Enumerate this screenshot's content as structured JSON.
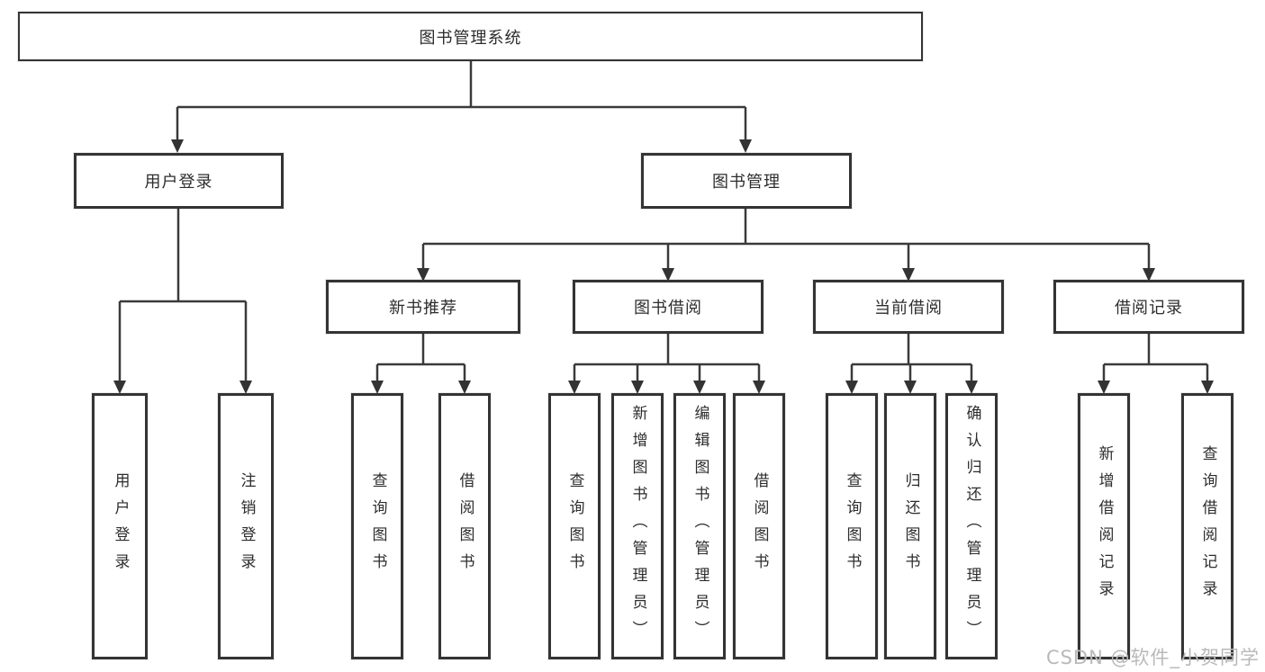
{
  "diagram": {
    "type": "tree-functional-structure",
    "root": {
      "label": "图书管理系统"
    },
    "level2": {
      "login": {
        "label": "用户登录"
      },
      "book_mgmt": {
        "label": "图书管理"
      }
    },
    "level3": {
      "new_books": {
        "label": "新书推荐"
      },
      "book_borrow": {
        "label": "图书借阅"
      },
      "current_borrow": {
        "label": "当前借阅"
      },
      "borrow_records": {
        "label": "借阅记录"
      }
    },
    "leaves": {
      "user_login": {
        "label": "用户登录"
      },
      "logout": {
        "label": "注销登录"
      },
      "nb_query_books": {
        "label": "查询图书"
      },
      "nb_borrow_books": {
        "label": "借阅图书"
      },
      "bb_query_books": {
        "label": "查询图书"
      },
      "bb_add_books": {
        "label": "新增图书（管理员）"
      },
      "bb_edit_books": {
        "label": "编辑图书（管理员）"
      },
      "bb_borrow_books": {
        "label": "借阅图书"
      },
      "cb_query_books": {
        "label": "查询图书"
      },
      "cb_return_books": {
        "label": "归还图书"
      },
      "cb_confirm_return": {
        "label": "确认归还（管理员）"
      },
      "br_add_record": {
        "label": "新增借阅记录"
      },
      "br_query_record": {
        "label": "查询借阅记录"
      }
    },
    "hierarchy": {
      "图书管理系统": {
        "用户登录": [
          "用户登录",
          "注销登录"
        ],
        "图书管理": {
          "新书推荐": [
            "查询图书",
            "借阅图书"
          ],
          "图书借阅": [
            "查询图书",
            "新增图书（管理员）",
            "编辑图书（管理员）",
            "借阅图书"
          ],
          "当前借阅": [
            "查询图书",
            "归还图书",
            "确认归还（管理员）"
          ],
          "借阅记录": [
            "新增借阅记录",
            "查询借阅记录"
          ]
        }
      }
    },
    "colors": {
      "line": "#3a3a3a",
      "arrow": "#333333",
      "border": "#343434",
      "text": "#2d2d2d",
      "background": "#ffffff",
      "watermark": "#b9b9b9"
    }
  },
  "watermark": {
    "text": "CSDN @软件_小贺同学"
  }
}
